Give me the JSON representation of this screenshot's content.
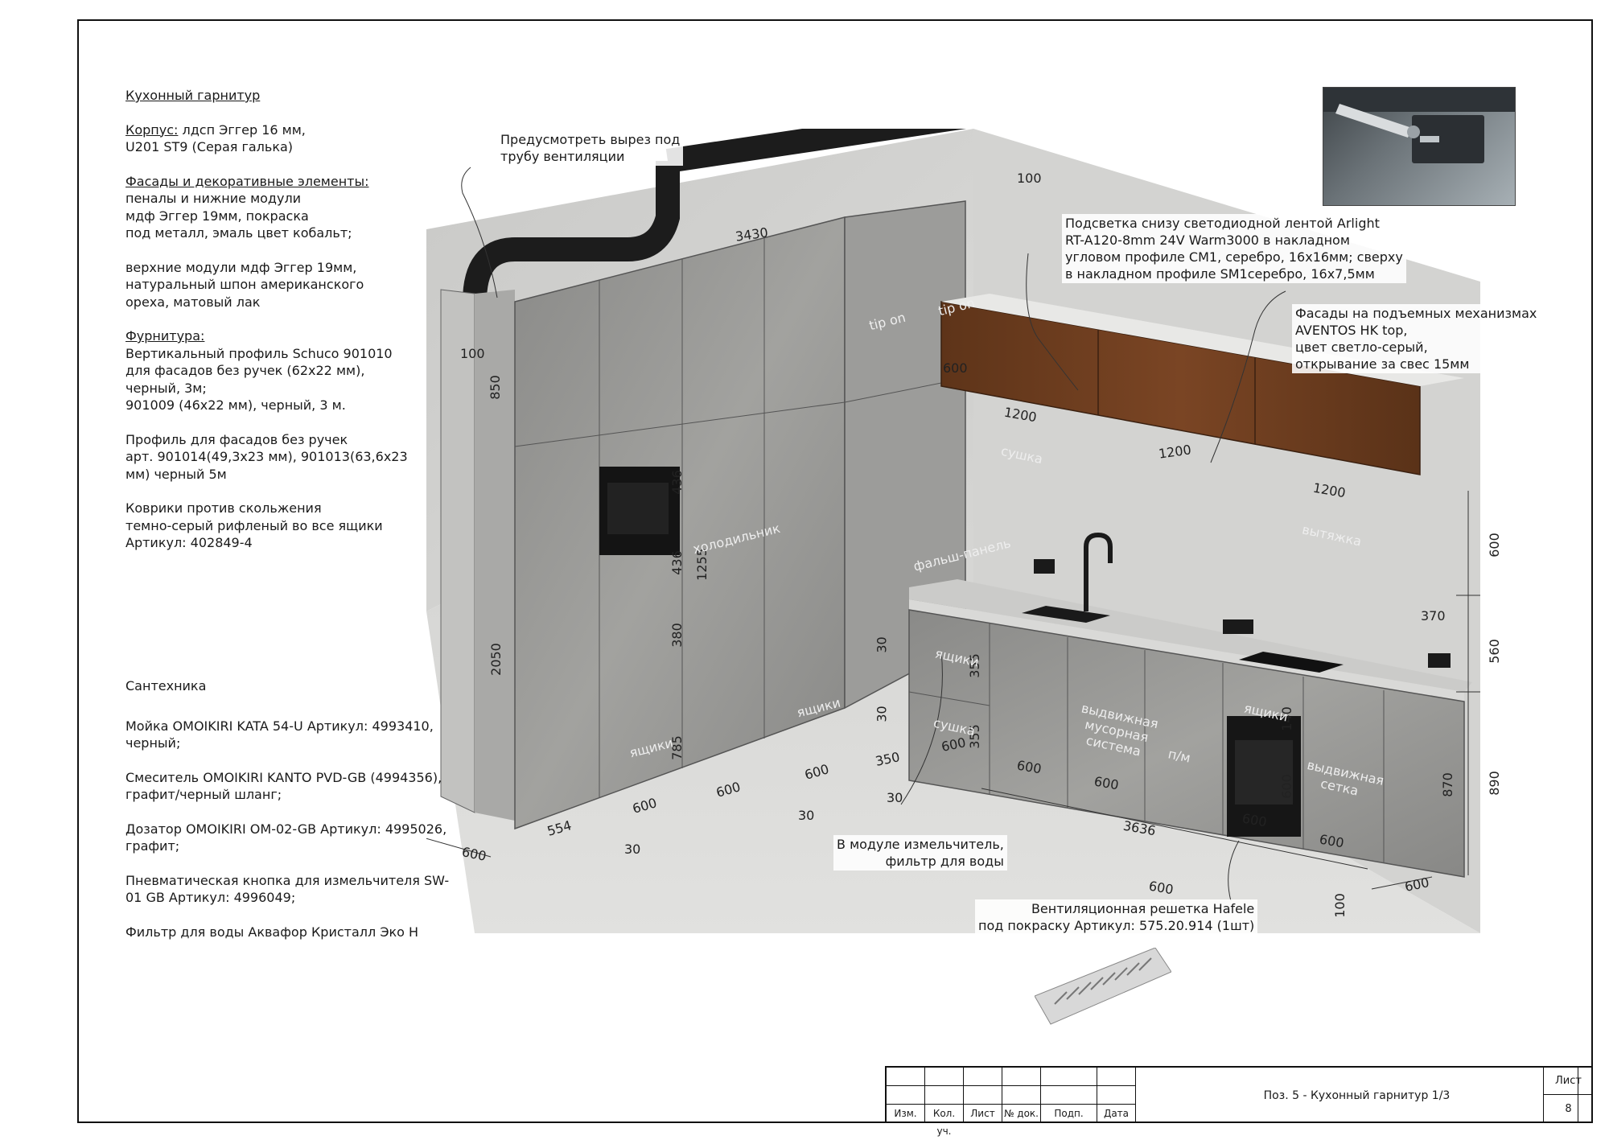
{
  "notes": {
    "title": "Кухонный гарнитур",
    "body_label": "Корпус:",
    "body_text_1": " лдсп Эггер 16 мм,",
    "body_text_2": "U201 ST9 (Серая галька)",
    "facades_label": "Фасады и декоративные элементы:",
    "facades_lines": [
      "пеналы и нижние модули",
      "мдф Эггер 19мм, покраска",
      "под металл, эмаль цвет кобальт;"
    ],
    "upper_lines": [
      "верхние модули мдф Эггер 19мм,",
      "натуральный шпон американского",
      "ореха, матовый лак"
    ],
    "hardware_label": "Фурнитура:",
    "hardware_lines": [
      "Вертикальный профиль Schuco 901010",
      "для фасадов без ручек (62х22 мм),",
      "черный, 3м;",
      "901009 (46х22 мм), черный, 3 м."
    ],
    "profile_lines": [
      "Профиль для фасадов без ручек",
      "арт. 901014(49,3х23 мм), 901013(63,6х23",
      "мм) черный 5м"
    ],
    "mats_lines": [
      "Коврики против скольжения",
      "темно-серый рифленый во все ящики",
      "Артикул: 402849-4"
    ]
  },
  "plumbing": {
    "title": "Сантехника",
    "sink_lines": [
      "Мойка OMOIKIRI KATA 54-U",
      "Артикул: 4993410, черный;"
    ],
    "faucet_lines": [
      "Смеситель OMOIKIRI KANTO PVD-GB (4994356),",
      "графит/черный шланг;"
    ],
    "dispenser_lines": [
      "Дозатор OMOIKIRI OM-02-GB Артикул:",
      "4995026, графит;"
    ],
    "button_lines": [
      "Пневматическая кнопка для измельчителя",
      "SW-01 GB Артикул: 4996049;"
    ],
    "filter_line": "Фильтр для воды Аквафор Кристалл Эко Н"
  },
  "callouts": {
    "vent": [
      "Предусмотреть вырез под",
      "трубу вентиляции"
    ],
    "light": [
      "Подсветка снизу светодиодной лентой Arlight",
      "RT-A120-8mm 24V Warm3000 в накладном",
      "угловом профиле CM1, серебро, 16х16мм; сверху",
      "в накладном профиле SM1серебро, 16х7,5мм"
    ],
    "lift": [
      "Фасады на подъемных механизмах",
      "AVENTOS HK top,",
      "цвет светло-серый,",
      "открывание за свес 15мм"
    ],
    "grinder": [
      "В модуле измельчитель,",
      "фильтр для воды"
    ],
    "grille": [
      "Вентиляционная решетка Hafele",
      "под покраску Артикул: 575.20.914 (1шт)"
    ]
  },
  "dims": {
    "d3430": "3430",
    "d100a": "100",
    "d100b": "100",
    "d850": "850",
    "d2050": "2050",
    "d436a": "436",
    "d436b": "436",
    "d1255": "1255",
    "d380": "380",
    "d785": "785",
    "d554": "554",
    "d600a": "600",
    "d600b": "600",
    "d600c": "600",
    "d30a": "30",
    "d30b": "30",
    "d30c": "30",
    "d30d": "30",
    "d30e": "30",
    "d350": "350",
    "d600top": "600",
    "d1200a": "1200",
    "d1200b": "1200",
    "d1200c": "1200",
    "d370": "370",
    "d600r": "600",
    "d560": "560",
    "d890": "890",
    "d870": "870",
    "d355a": "355",
    "d355b": "355",
    "d600s": "600",
    "d600t": "600",
    "d600u": "600",
    "d600v": "600",
    "d600w": "600",
    "d140": "140",
    "d3636": "3636",
    "d600floor": "600",
    "d100c": "100",
    "d600left": "600",
    "d600right": "600",
    "d600x": "600"
  },
  "labels": {
    "tip_on_1": "tip on",
    "tip_on_2": "tip on",
    "fridge": "холодильник",
    "drawers_1": "ящики",
    "drawers_2": "ящики",
    "false_panel": "фальш-панель",
    "drawers_3": "ящики",
    "dryer_low": "сушка",
    "garbage": "выдвижная мусорная система",
    "dw": "п/м",
    "drawers_4": "ящики",
    "net": "выдвижная сетка",
    "dryer_up": "сушка",
    "hood": "вытяжка"
  },
  "titleblock": {
    "headers": [
      "Изм.",
      "Кол. уч.",
      "Лист",
      "№ док.",
      "Подп.",
      "Дата"
    ],
    "title": "Поз. 5 - Кухонный гарнитур 1/3",
    "sheet_label": "Лист",
    "sheet_number": "8"
  }
}
